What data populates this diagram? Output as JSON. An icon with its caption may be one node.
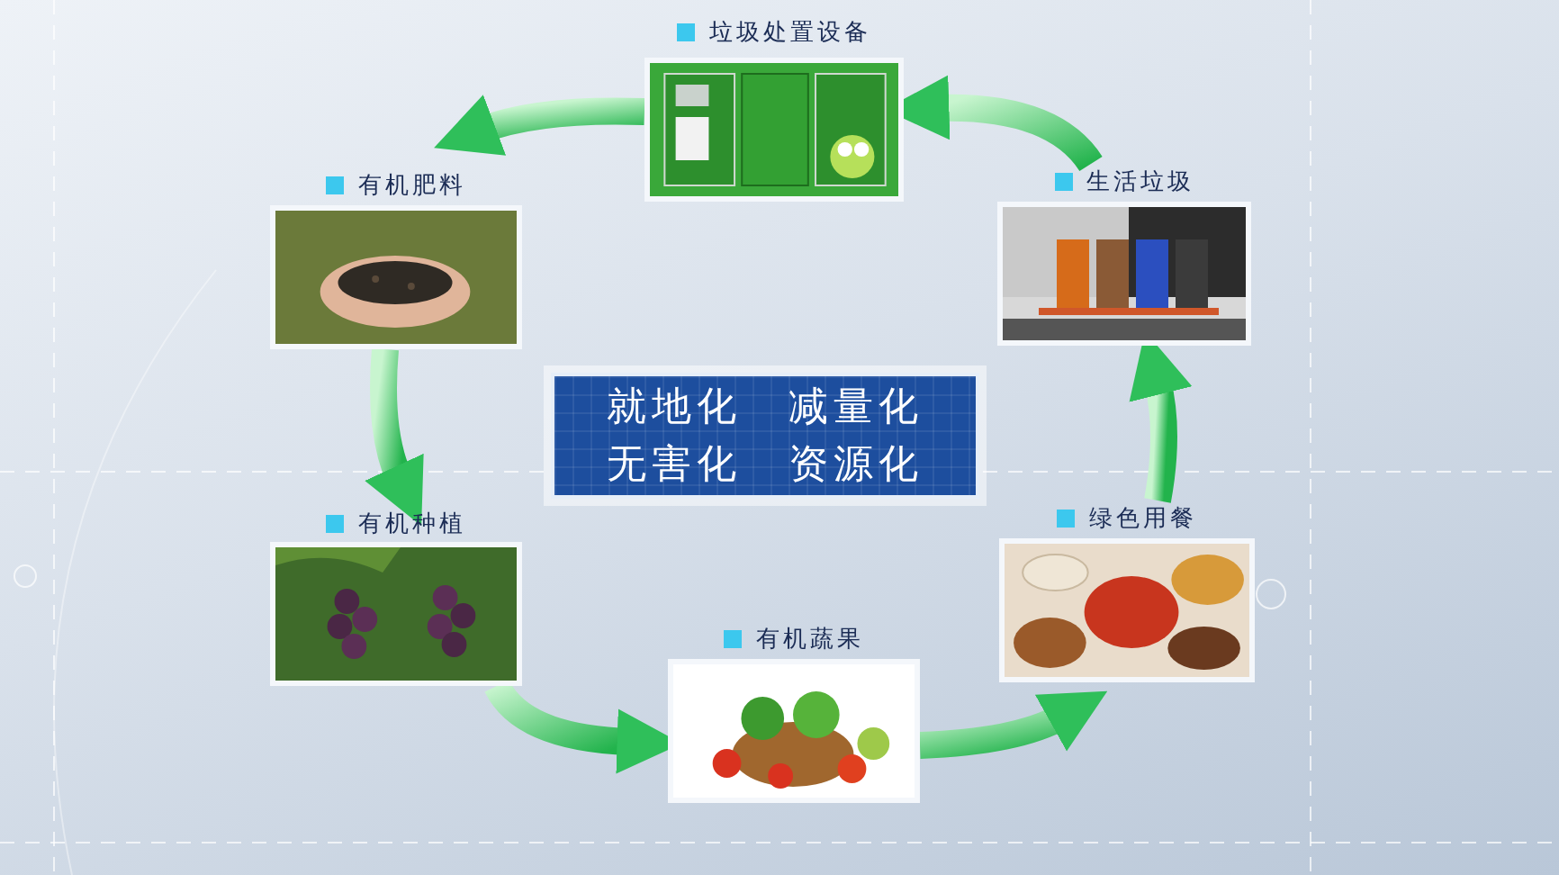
{
  "diagram": {
    "nodes": [
      {
        "text": [
          "垃圾处置设备"
        ]
      },
      {
        "text": [
          "有机肥料"
        ]
      },
      {
        "text": [
          "有机种植"
        ]
      },
      {
        "text": [
          "有机蔬果"
        ]
      },
      {
        "text": [
          "绿色用餐"
        ]
      },
      {
        "text": [
          "生活垃圾"
        ]
      },
      {
        "text": [
          "就地化",
          "减量化",
          "无害化",
          "资源化"
        ]
      }
    ],
    "edges": [
      {
        "from": 5,
        "to": 0,
        "arrow": "to"
      },
      {
        "from": 0,
        "to": 1,
        "arrow": "to"
      },
      {
        "from": 1,
        "to": 2,
        "arrow": "to"
      },
      {
        "from": 2,
        "to": 3,
        "arrow": "to"
      },
      {
        "from": 3,
        "to": 4,
        "arrow": "to"
      },
      {
        "from": 4,
        "to": 5,
        "arrow": "to"
      }
    ]
  }
}
